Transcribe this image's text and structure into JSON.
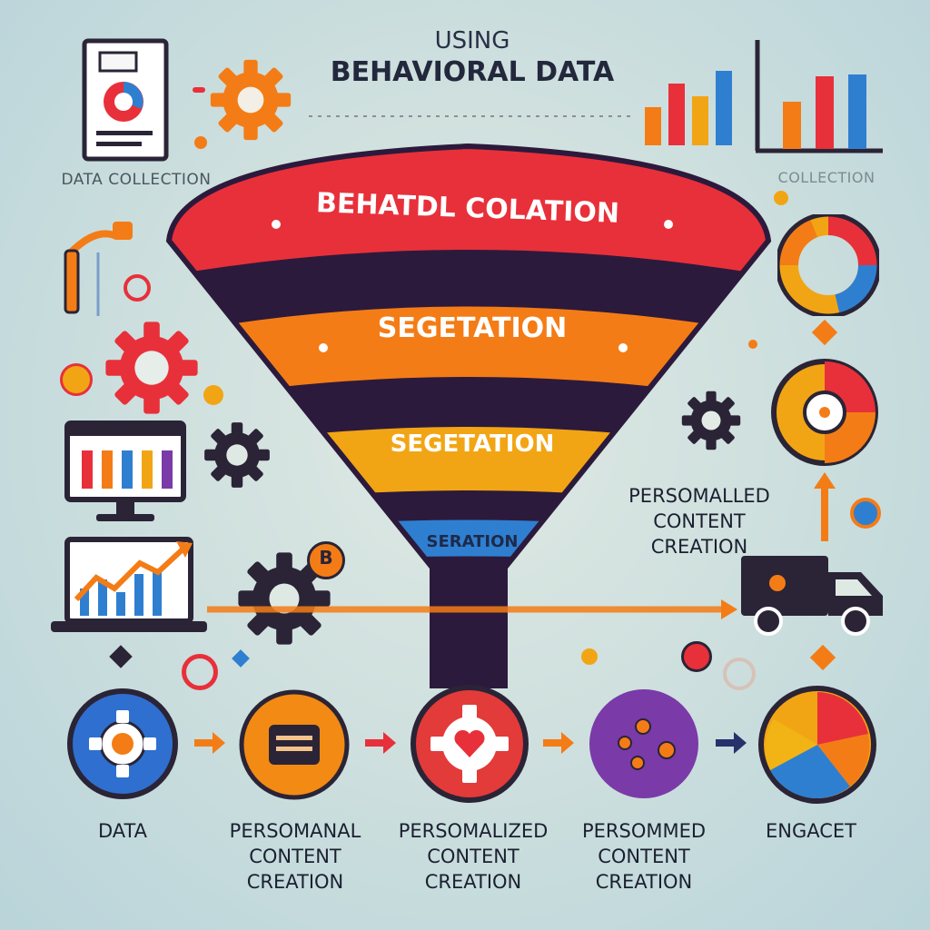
{
  "title": {
    "line1": "USING",
    "line2": "BEHAVIORAL DATA"
  },
  "side_labels": {
    "data_collection": "DATA COLLECTION",
    "collection": "COLLECTION",
    "personalized": [
      "PERSOMALLED",
      "CONTENT",
      "CREATION"
    ]
  },
  "funnel": {
    "bands": [
      {
        "label": "BEHATDL COLATION",
        "color": "#e8303a"
      },
      {
        "label": "SEGETATION",
        "color": "#f47c16"
      },
      {
        "label": "SEGETATION",
        "color": "#f2a514"
      },
      {
        "label": "SERATION",
        "color": "#2f7fd1"
      }
    ],
    "divider_color": "#2c1a3c"
  },
  "steps": [
    {
      "label": [
        "DATA"
      ],
      "color": "#2f6fd0",
      "icon": "gear-icon"
    },
    {
      "label": [
        "PERSOMANAL",
        "CONTENT",
        "CREATION"
      ],
      "color": "#f28a14",
      "icon": "document-icon"
    },
    {
      "label": [
        "PERSOMALIZED",
        "CONTENT",
        "CREATION"
      ],
      "color": "#e33a3a",
      "icon": "heart-gear-icon"
    },
    {
      "label": [
        "PERSOMMED",
        "CONTENT",
        "CREATION"
      ],
      "color": "#7a3aa8",
      "icon": "network-icon"
    },
    {
      "label": [
        "ENGACET"
      ],
      "color": "#f2a514",
      "icon": "pie-chart-icon"
    }
  ],
  "badge": "B",
  "colors": {
    "dark": "#2a2436",
    "orange": "#f47c16",
    "red": "#e8303a",
    "blue": "#2f7fd1",
    "yellow": "#f2b414",
    "purple": "#7a3aa8"
  }
}
